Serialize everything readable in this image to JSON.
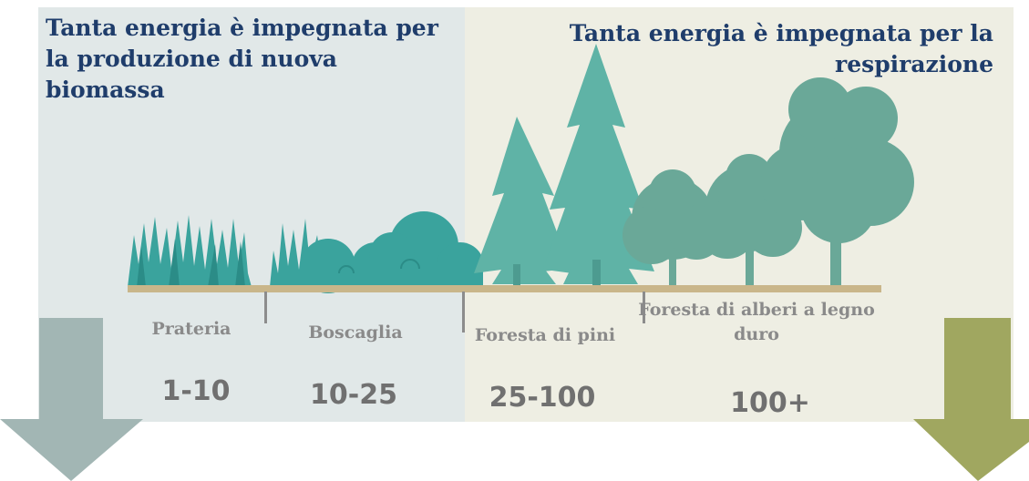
{
  "headings": {
    "left": "Tanta energia è impegnata per la produzione di nuova biomassa",
    "right": "Tanta energia è impegnata per la respirazione"
  },
  "stages": [
    {
      "name": "Prateria",
      "range": "1-10"
    },
    {
      "name": "Boscaglia",
      "range": "10-25"
    },
    {
      "name": "Foresta di pini",
      "range": "25-100"
    },
    {
      "name": "Foresta di alberi a legno duro",
      "range": "100+"
    }
  ],
  "colors": {
    "left_panel": "#e1e8e8",
    "right_panel": "#eeeee3",
    "heading_text": "#1f3d6b",
    "ground": "#c9b68a",
    "grass_shrub": "#3aa39d",
    "pine": "#5fb3a6",
    "hardwood": "#6aa898",
    "arrow_left": "#a2b6b4",
    "arrow_right": "#a0a760"
  }
}
